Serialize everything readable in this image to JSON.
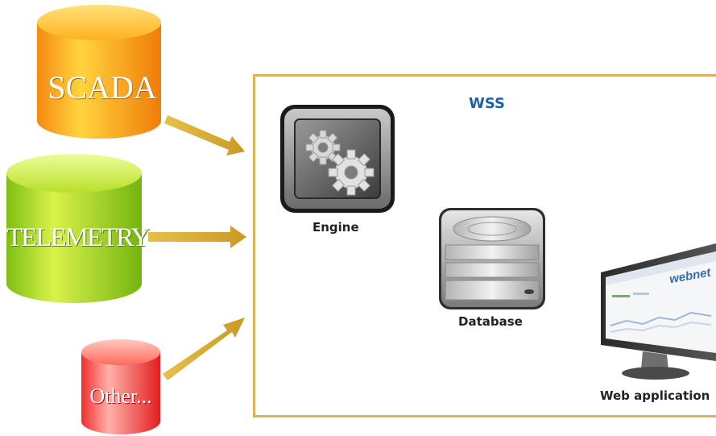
{
  "sources": [
    {
      "label": "SCADA",
      "color": "#f5a623"
    },
    {
      "label": "TELEMETRY",
      "color": "#8dc63f"
    },
    {
      "label": "Other...",
      "color": "#ef4b4b"
    }
  ],
  "wss": {
    "title": "WSS",
    "title_color": "#1f5fa6",
    "border_color": "#d9b25a",
    "engine_label": "Engine",
    "database_label": "Database",
    "webapp_label": "Web application",
    "screen_logo": "webnet"
  },
  "arrow_color": "#d4ad3a"
}
